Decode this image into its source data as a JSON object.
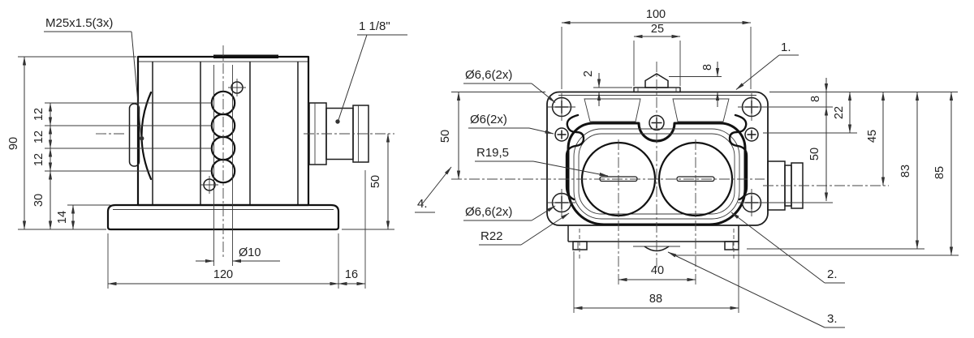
{
  "drawing_type": "technical-drawing",
  "front_view": {
    "callouts": {
      "gland_thread": "M25x1.5(3x)",
      "connector_size": "1 1/8\""
    },
    "dims": {
      "overall_height": "90",
      "hole_pitch_a": "12",
      "hole_pitch_b": "12",
      "hole_pitch_c": "12",
      "lowest_hole_to_base": "30",
      "base_height": "14",
      "slot_diameter": "Ø10",
      "base_width": "120",
      "connector_overhang": "16",
      "connector_axis_height": "50"
    }
  },
  "top_view": {
    "callouts": {
      "corner_holes_upper": "Ø6,6(2x)",
      "small_holes": "Ø6(2x)",
      "dome_radius": "R19,5",
      "corner_holes_lower": "Ø6,6(2x)",
      "cover_radius": "R22",
      "item_1": "1.",
      "item_2": "2.",
      "item_3": "3.",
      "item_4": "4."
    },
    "dims": {
      "overall_width": "100",
      "clip_width": "25",
      "plate_offset": "2",
      "clip_height": "8",
      "edge_to_hole_row": "8",
      "edge_to_small_holes": "22",
      "edge_to_connector_axis": "45",
      "hole_row_spacing": "50",
      "left_spacing": "50",
      "edge_to_feet": "83",
      "overall_depth": "85",
      "dome_spacing": "40",
      "lower_body_width": "88"
    }
  }
}
